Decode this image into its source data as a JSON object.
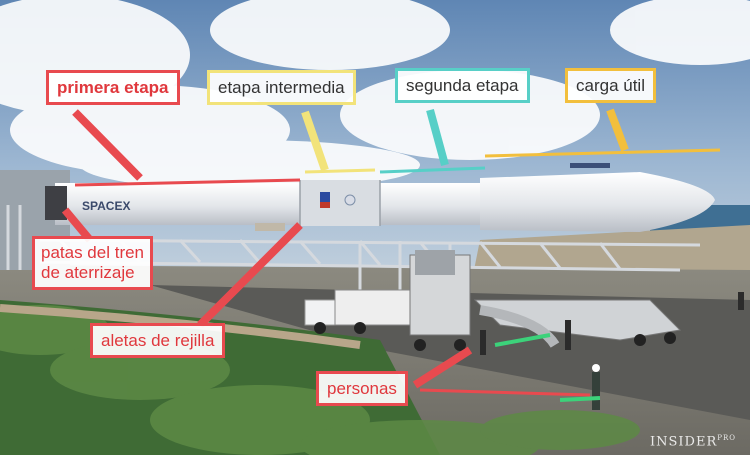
{
  "labels": {
    "first_stage": "primera etapa",
    "interstage": "etapa intermedia",
    "second_stage": "segunda etapa",
    "payload": "carga útil",
    "landing_legs": "patas del tren de aterrizaje",
    "landing_legs_line1": "patas del tren",
    "landing_legs_line2": "de aterrizaje",
    "grid_fins": "aletas de rejilla",
    "people": "personas"
  },
  "watermark": {
    "brand": "INSIDER",
    "suffix": "PRO"
  },
  "colors": {
    "red": "#e84a4f",
    "yellow": "#f2e37a",
    "teal": "#57cfc7",
    "amber": "#f2bf3d",
    "green_pointer": "#3cd27a"
  }
}
